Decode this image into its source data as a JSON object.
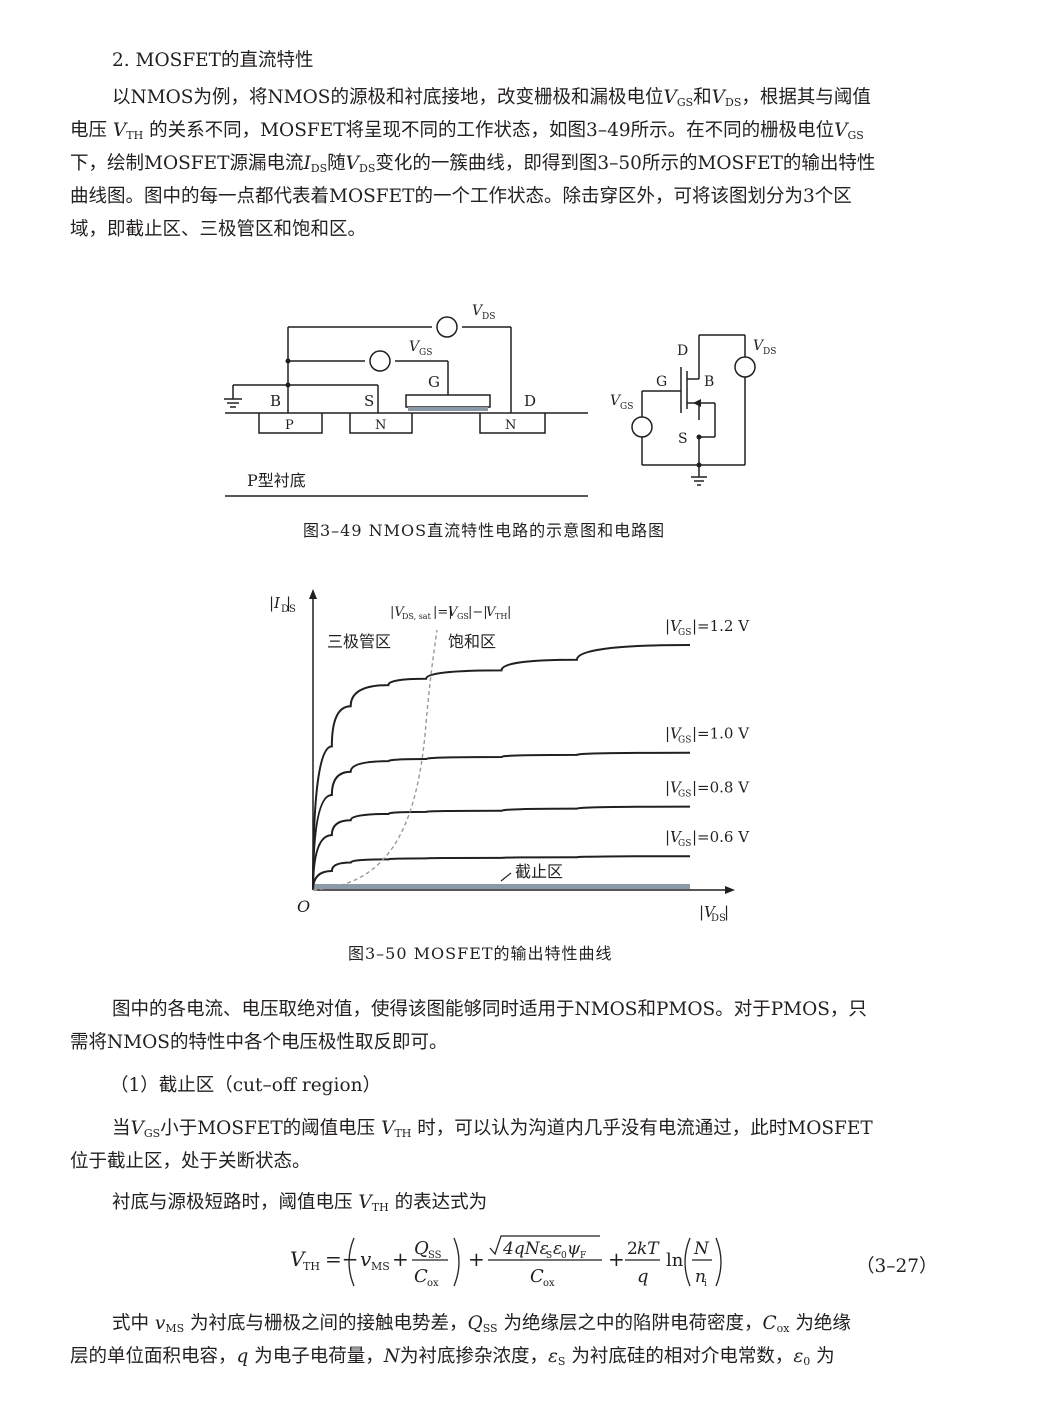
{
  "section": {
    "heading": "2.  MOSFET的直流特性"
  },
  "paragraphs": {
    "p1": {
      "l1_a": "以NMOS为例，将NMOS的源极和衬底接地，改变栅极和漏极电位",
      "l1_b": "和",
      "l1_c": "，根据其与阈值",
      "l2_a": "电压 ",
      "l2_b": " 的关系不同，MOSFET将呈现不同的工作状态，如图3–49所示。在不同的栅极电位",
      "l3_a": "下，绘制MOSFET源漏电流",
      "l3_b": "随",
      "l3_c": "变化的一簇曲线，即得到图3–50所示的MOSFET的输出特性",
      "l4": "曲线图。图中的每一点都代表着MOSFET的一个工作状态。除击穿区外，可将该图划分为3个区",
      "l5": "域，即截止区、三极管区和饱和区。"
    },
    "p2": {
      "l1": "图中的各电流、电压取绝对值，使得该图能够同时适用于NMOS和PMOS。对于PMOS，只",
      "l2": "需将NMOS的特性中各个电压极性取反即可。"
    },
    "subheading": "（1）截止区（cut–off region）",
    "p3": {
      "l1_a": "当",
      "l1_b": "小于MOSFET的阈值电压 ",
      "l1_c": " 时，可以认为沟道内几乎没有电流通过，此时MOSFET",
      "l2": "位于截止区，处于关断状态。"
    },
    "p4": "衬底与源极短路时，阈值电压 V_TH 的表达式为",
    "p4_a": "衬底与源极短路时，阈值电压 ",
    "p4_b": " 的表达式为",
    "p5": {
      "l1_a": "式中 ",
      "l1_b": " 为衬底与栅极之间的接触电势差，",
      "l1_c": " 为绝缘层之中的陷阱电荷密度，",
      "l1_d": " 为绝缘",
      "l2_a": "层的单位面积电容，",
      "l2_b": " 为电子电荷量，",
      "l2_c": "为衬底掺杂浓度，",
      "l2_d": " 为衬底硅的相对介电常数，",
      "l2_e": " 为"
    }
  },
  "symbols": {
    "V": "V",
    "GS": "GS",
    "DS": "DS",
    "TH": "TH",
    "I": "I",
    "v": "v",
    "MS": "MS",
    "Q": "Q",
    "SS": "SS",
    "C": "C",
    "ox": "ox",
    "q": "q",
    "N": "N",
    "eps": "ε",
    "S": "S",
    "zero": "0"
  },
  "figure49": {
    "caption": "图3–49    NMOS直流特性电路的示意图和电路图",
    "labels": {
      "B": "B",
      "S": "S",
      "G": "G",
      "D": "D",
      "P_plus": "P",
      "N_plus_1": "N",
      "N_plus_2": "N",
      "plus": "+",
      "substrate": "P型衬底",
      "VDS": "V",
      "VDS_sub": "DS",
      "VGS": "V",
      "VGS_sub": "GS",
      "minus": "−",
      "plus_sign": "+"
    }
  },
  "figure50": {
    "caption": "图3–50    MOSFET的输出特性曲线",
    "ylabel": "|I",
    "ylabel_sub": "DS",
    "xlabel": "|V",
    "xlabel_sub": "DS",
    "origin": "O",
    "boundary_label": "|V",
    "region_triode": "三极管区",
    "region_saturation": "饱和区",
    "region_cutoff": "截止区"
  },
  "chart_data": {
    "type": "line",
    "title": "",
    "xlabel": "|V_DS|",
    "ylabel": "|I_DS|",
    "axis_ticks": "none",
    "grid": false,
    "series": [
      {
        "name": "|V_GS|=1.2 V",
        "x": [
          0,
          0.5,
          1,
          2,
          3,
          5,
          7,
          10
        ],
        "values": [
          0,
          6.8,
          8.7,
          9.7,
          10.0,
          10.4,
          10.9,
          11.6
        ]
      },
      {
        "name": "|V_GS|=1.0 V",
        "x": [
          0,
          0.5,
          1,
          2,
          3,
          5,
          7,
          10
        ],
        "values": [
          0,
          4.5,
          5.6,
          6.1,
          6.2,
          6.3,
          6.4,
          6.5
        ]
      },
      {
        "name": "|V_GS|=0.8 V",
        "x": [
          0,
          0.5,
          1,
          2,
          3,
          5,
          7,
          10
        ],
        "values": [
          0,
          2.6,
          3.3,
          3.6,
          3.7,
          3.75,
          3.85,
          3.95
        ]
      },
      {
        "name": "|V_GS|=0.6 V",
        "x": [
          0,
          0.5,
          1,
          2,
          3,
          5,
          7,
          10
        ],
        "values": [
          0,
          0.9,
          1.3,
          1.45,
          1.5,
          1.52,
          1.55,
          1.6
        ]
      }
    ],
    "boundary": {
      "name": "|V_DS, sat|=|V_GS|−|V_TH|",
      "style": "dashed"
    },
    "series_labels": [
      "|V",
      "GS",
      "|=1.2 V",
      "|=1.0 V",
      "|=0.8 V",
      "|=0.6 V"
    ]
  },
  "equation": {
    "lhs": "V",
    "lhs_sub": "TH",
    "eq_num": "（3–27）"
  }
}
